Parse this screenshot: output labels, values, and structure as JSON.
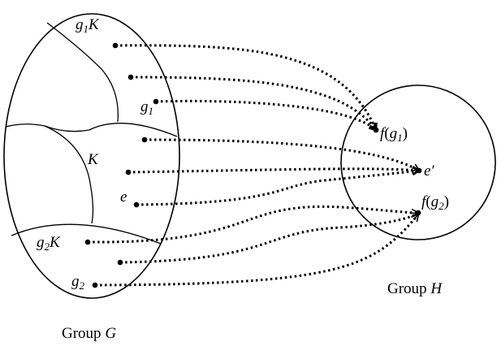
{
  "domain_g": {
    "caption_word": "Group",
    "caption_symbol": "G",
    "regions": {
      "g1K": {
        "base": "g",
        "sub": "1",
        "suffix": "K"
      },
      "K": {
        "text": "K"
      },
      "g2K": {
        "base": "g",
        "sub": "2",
        "suffix": "K"
      }
    },
    "elements": {
      "g1": {
        "base": "g",
        "sub": "1"
      },
      "e": {
        "text": "e"
      },
      "g2": {
        "base": "g",
        "sub": "2"
      }
    }
  },
  "codomain_h": {
    "caption_word": "Group",
    "caption_symbol": "H",
    "images": {
      "fg1": {
        "f": "f",
        "open": "(",
        "base": "g",
        "sub": "1",
        "close": ")"
      },
      "eprime": {
        "text": "e′"
      },
      "fg2": {
        "f": "f",
        "open": "(",
        "base": "g",
        "sub": "2",
        "close": ")"
      }
    }
  },
  "mapping": {
    "g1K_to_fg1": 3,
    "K_to_eprime": 3,
    "g2K_to_fg2": 3
  }
}
